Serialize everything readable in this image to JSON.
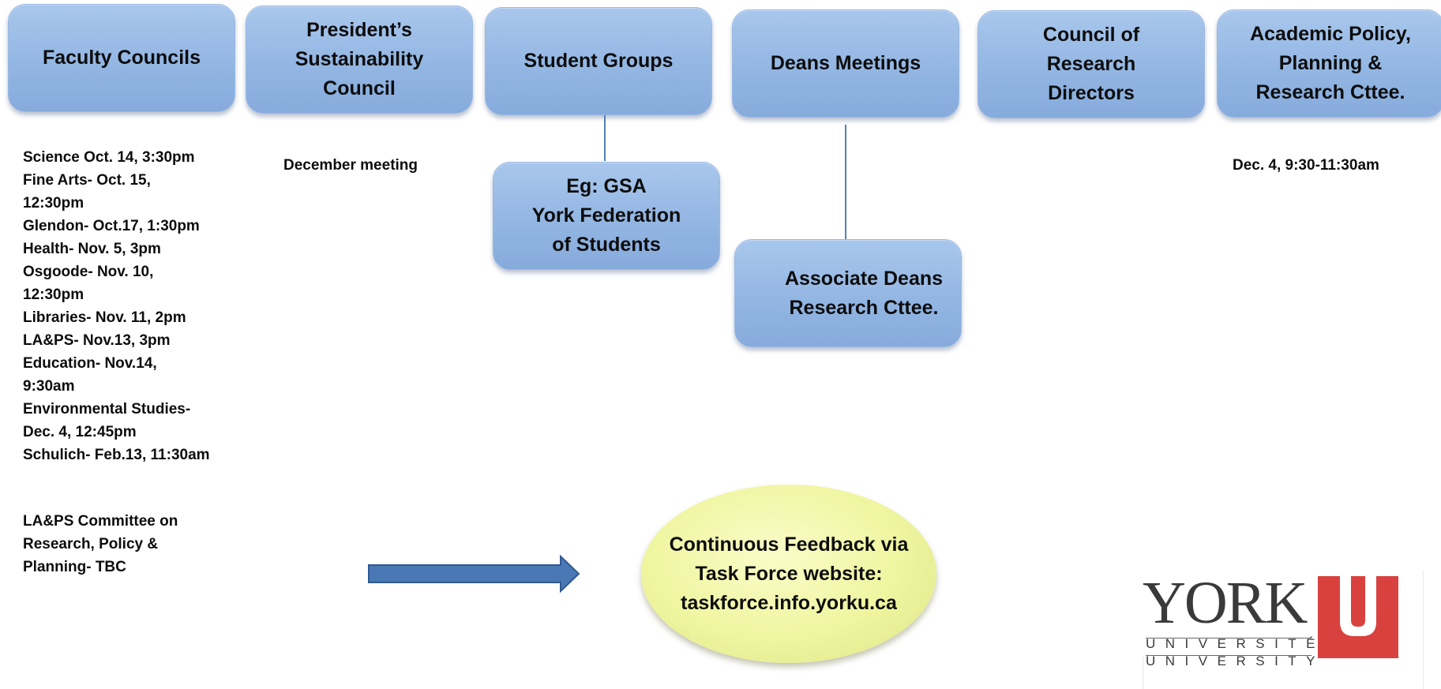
{
  "boxes": {
    "faculty_councils": "Faculty Councils",
    "presidents_council": "President’s\nSustainability\nCouncil",
    "student_groups": "Student Groups",
    "deans_meetings": "Deans Meetings",
    "research_directors": "Council of\nResearch\nDirectors",
    "academic_policy": "Academic Policy,\nPlanning &\nResearch Cttee.",
    "gsa_yfs": "Eg: GSA\nYork Federation\nof Students",
    "associate_deans": "Associate Deans\nResearch Cttee."
  },
  "faculty_schedule": [
    "Science Oct. 14, 3:30pm",
    "Fine Arts- Oct. 15,",
    "12:30pm",
    "Glendon- Oct.17, 1:30pm",
    "Health- Nov. 5, 3pm",
    "Osgoode- Nov. 10,",
    "12:30pm",
    "Libraries- Nov. 11, 2pm",
    "LA&PS- Nov.13, 3pm",
    "Education- Nov.14,",
    "9:30am",
    "Environmental Studies-",
    "Dec. 4, 12:45pm",
    "Schulich- Feb.13, 11:30am"
  ],
  "laps_committee": [
    "LA&PS Committee on",
    "Research, Policy &",
    "Planning- TBC"
  ],
  "notes": {
    "december_meeting": "December meeting",
    "academic_policy_date": "Dec. 4, 9:30-11:30am"
  },
  "feedback": "Continuous Feedback via\nTask Force website:\ntaskforce.info.yorku.ca",
  "logo": {
    "wordmark": "YORK",
    "sub_fr": "UNIVERSITÉ",
    "sub_en": "UNIVERSITY",
    "accent_color": "#d9413f"
  },
  "colors": {
    "box_fill": "#93b6e3",
    "connector": "#4f81bd",
    "oval_fill": "#f0f5a0",
    "arrow_fill": "#4a78b5"
  }
}
